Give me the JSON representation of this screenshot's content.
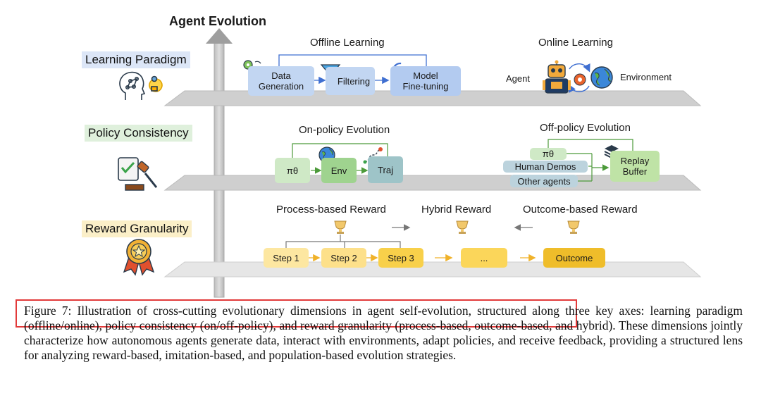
{
  "header": {
    "title": "Agent Evolution"
  },
  "dimensions": [
    {
      "label": "Learning Paradigm",
      "groups": [
        {
          "title": "Offline Learning",
          "steps": [
            "Data Generation",
            "Filtering",
            "Model Fine-tuning"
          ],
          "step_lines": [
            [
              "Data",
              "Generation"
            ],
            [
              "Filtering"
            ],
            [
              "Model",
              "Fine-tuning"
            ]
          ]
        },
        {
          "title": "Online Learning",
          "agent_label": "Agent",
          "environment_label": "Environment"
        }
      ]
    },
    {
      "label": "Policy Consistency",
      "groups": [
        {
          "title": "On-policy Evolution",
          "steps": [
            "πθ",
            "Env",
            "Traj"
          ]
        },
        {
          "title": "Off-policy Evolution",
          "sources": [
            "πθ",
            "Human Demos",
            "Other agents"
          ],
          "buffer_lines": [
            "Replay",
            "Buffer"
          ]
        }
      ]
    },
    {
      "label": "Reward Granularity",
      "reward_types": [
        "Process-based Reward",
        "Hybrid Reward",
        "Outcome-based Reward"
      ],
      "steps": [
        "Step 1",
        "Step 2",
        "Step 3",
        "...",
        "Outcome"
      ]
    }
  ],
  "caption": {
    "lead": "Figure 7: Illustration of cross-cutting evolutionary dimensions in agent self-evolution",
    "rest": ", structured along three key axes: learning paradigm (offline/online), policy consistency (on/off-policy), and reward granularity (process-based, outcome-based, and hybrid). These dimensions jointly characterize how autonomous agents generate data, interact with environments, adapt policies, and receive feedback, providing a structured lens for analyzing reward-based, imitation-based, and population-based evolution strategies."
  },
  "colors": {
    "learning_paradigm_bg": "#dce6f7",
    "policy_consistency_bg": "#dff0dc",
    "reward_granularity_bg": "#fbefc8",
    "offline_box": "#c2d6f2",
    "on_policy_box": "#cfe9c6",
    "env_box": "#9fd38f",
    "traj_box": "#9ec4c8",
    "source_box": "#bcd3dd",
    "replay_box": "#bfe3a6",
    "step_box": "#fde7a1",
    "step_active": "#f8d04a",
    "outcome_box": "#efbd2a",
    "platform": "#cfcfcf",
    "highlight": "#e23a3a"
  },
  "icons": [
    "brain-gear-bulb-icon",
    "robot-icon",
    "globe-icon",
    "gear-icon",
    "funnel-icon",
    "gears-folder-icon",
    "refresh-gear-icon",
    "checklist-gavel-icon",
    "trajectory-icon",
    "layers-icon",
    "trophy-icon",
    "medal-icon"
  ]
}
